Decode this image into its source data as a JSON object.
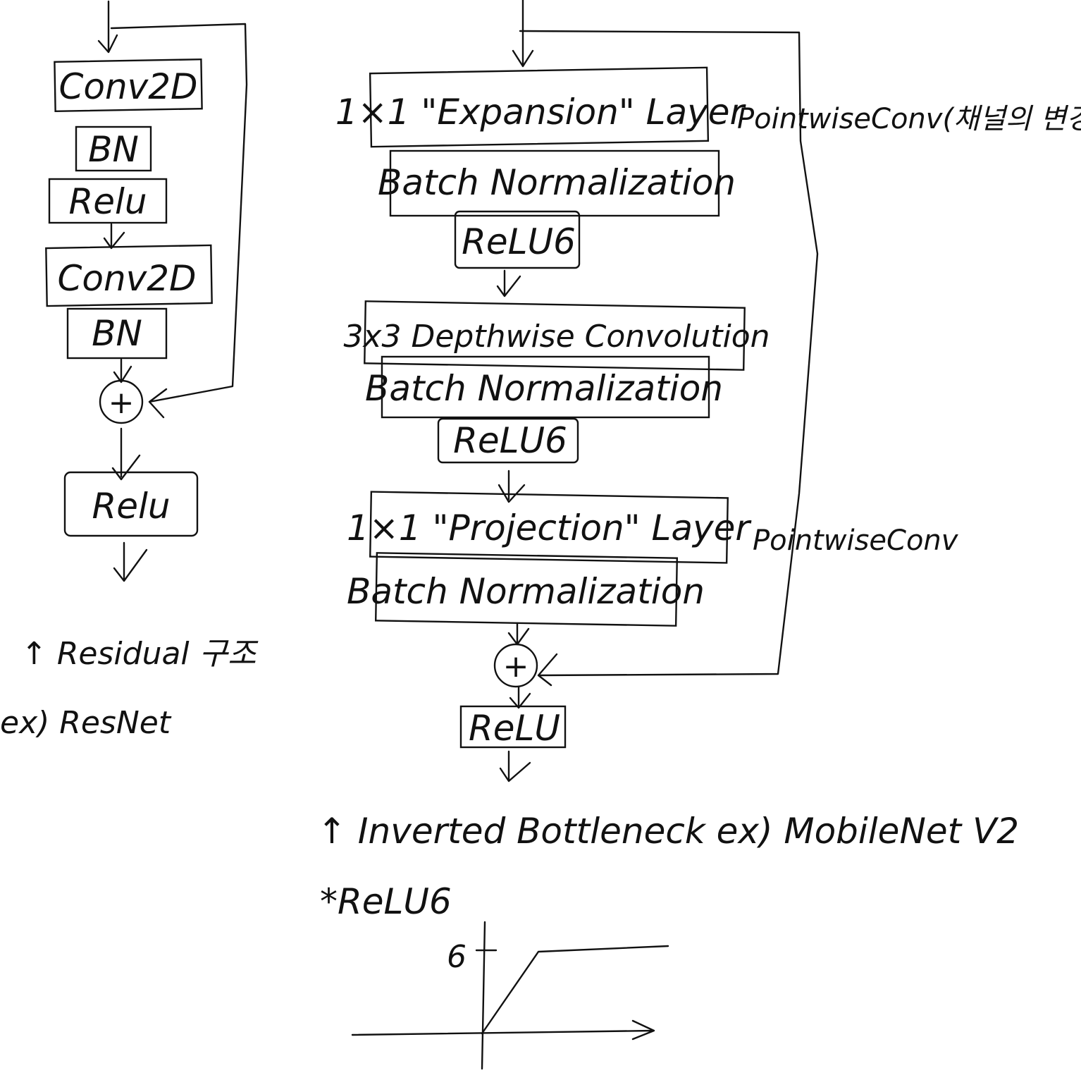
{
  "resnet_block": {
    "conv1": "Conv2D",
    "bn1": "BN",
    "relu1": "Relu",
    "conv2": "Conv2D",
    "bn2": "BN",
    "add": "+",
    "relu_out": "Relu",
    "caption_title": "↑ Residual 구조",
    "caption_example": "ex) ResNet"
  },
  "mobilenet_block": {
    "expansion": "1×1 \"Expansion\" Layer",
    "expansion_note": "PointwiseConv(채널의 변경 기준)",
    "bn1": "Batch Normalization",
    "relu6_1": "ReLU6",
    "depthwise": "3x3 Depthwise Convolution",
    "bn2": "Batch Normalization",
    "relu6_2": "ReLU6",
    "projection": "1×1 \"Projection\" Layer",
    "projection_note": "PointwiseConv",
    "bn3": "Batch Normalization",
    "add": "+",
    "relu_out": "ReLU",
    "caption": "↑ Inverted Bottleneck ex) MobileNet V2"
  },
  "relu6_plot": {
    "title": "*ReLU6",
    "y_tick": "6"
  }
}
